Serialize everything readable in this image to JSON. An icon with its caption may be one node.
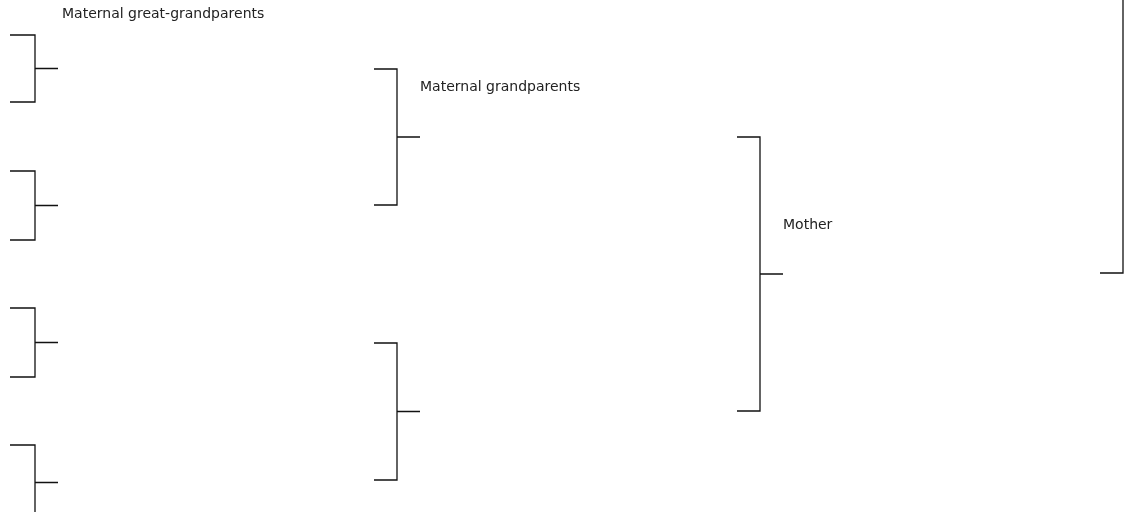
{
  "diagram": {
    "labels": [
      "Maternal great-grandparents",
      "Maternal grandparents",
      "Mother"
    ]
  }
}
